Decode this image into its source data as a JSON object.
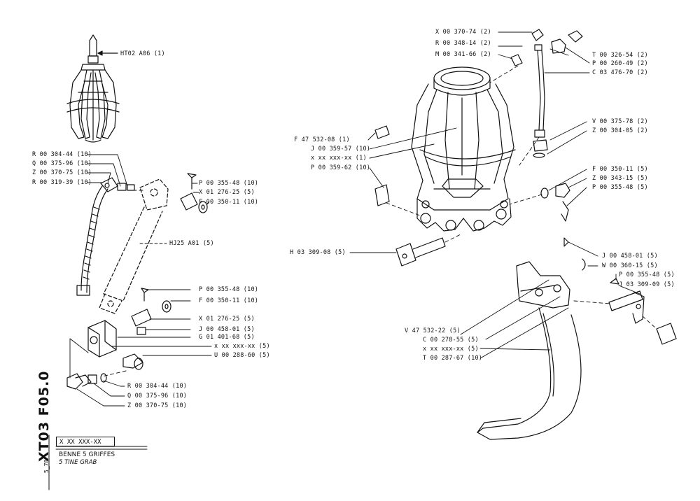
{
  "sheet": {
    "code": "XT03 F05.0",
    "date": "5_78",
    "ref_box": "X XX XXX-XX",
    "title_fr": "BENNE 5 GRIFFES",
    "title_en": "5 TINE GRAB"
  },
  "labels": {
    "ht02": "HT02 A06 (1)",
    "r_304_44_top": "R 00 304-44 (10)",
    "q_375_96_top": "Q 00 375-96 (10)",
    "z_370_75_top": "Z 00 370-75 (10)",
    "r_319_39": "R 00 319-39 (10)",
    "p_355_48_top": "P 00 355-48 (10)",
    "x_276_25_top": "X 01 276-25 (5)",
    "f_350_11_top": "F 00 350-11 (10)",
    "hj25": "HJ25 A01 (5)",
    "p_355_48_mid": "P 00 355-48 (10)",
    "f_350_11_mid": "F 00 350-11 (10)",
    "x_276_25_mid": "X 01 276-25 (5)",
    "j_458_01_mid": "J 00 458-01 (5)",
    "g_401_68": "G 01 401-68 (5)",
    "xx_left": "x xx xxx-xx (5)",
    "u_288_60": "U 00 288-60 (5)",
    "r_304_44_bot": "R 00 304-44 (10)",
    "q_375_96_bot": "Q 00 375-96 (10)",
    "z_370_75_bot": "Z 00 370-75 (10)",
    "x_370_74": "X 00 370-74 (2)",
    "r_348_14": "R 00 348-14 (2)",
    "m_341_66": "M 00 341-66 (2)",
    "t_326_54": "T 00 326-54 (2)",
    "p_260_49": "P 00 260-49 (2)",
    "c_476_70": "C 03 476-70 (2)",
    "f_532_08": "F 47 532-08 (1)",
    "j_359_57": "J 00 359-57 (10)",
    "xx_center": "x xx xxx-xx (1)",
    "p_359_62": "P 00 359-62 (10)",
    "v_375_78": "V 00 375-78 (2)",
    "z_304_05": "Z 00 304-05 (2)",
    "f_350_11_right": "F 00 350-11 (5)",
    "z_343_15": "Z 00 343-15 (5)",
    "p_355_48_right": "P 00 355-48 (5)",
    "h_309_08": "H 03 309-08 (5)",
    "j_458_01_right": "J 00 458-01 (5)",
    "w_360_15": "W 00 360-15 (5)",
    "p_355_48_right2": "P 00 355-48 (5)",
    "j_309_09": "J 03 309-09 (5)",
    "v_532_22": "V 47 532-22 (5)",
    "c_278_55": "C 00 278-55 (5)",
    "xx_right": "x xx xxx-xx (5)",
    "t_287_67": "T 00 287-67 (10)"
  }
}
